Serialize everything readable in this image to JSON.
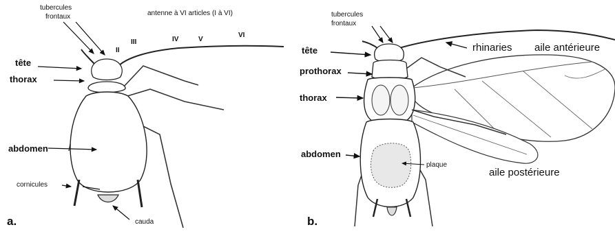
{
  "panel_a": {
    "letter": "a.",
    "labels": {
      "tubercules_line1": "tubercules",
      "tubercules_line2": "frontaux",
      "antenne": "antenne à VI articles (I à VI)",
      "ant_II": "II",
      "ant_III": "III",
      "ant_IV": "IV",
      "ant_V": "V",
      "ant_VI": "VI",
      "tete": "tête",
      "thorax": "thorax",
      "abdomen": "abdomen",
      "cornicules": "cornicules",
      "cauda": "cauda"
    }
  },
  "panel_b": {
    "letter": "b.",
    "labels": {
      "tubercules_line1": "tubercules",
      "tubercules_line2": "frontaux",
      "rhinaries": "rhinaries",
      "aile_anterieure": "aile antérieure",
      "tete": "tête",
      "prothorax": "prothorax",
      "thorax": "thorax",
      "abdomen": "abdomen",
      "plaque": "plaque",
      "aile_posterieure": "aile postérieure"
    }
  }
}
